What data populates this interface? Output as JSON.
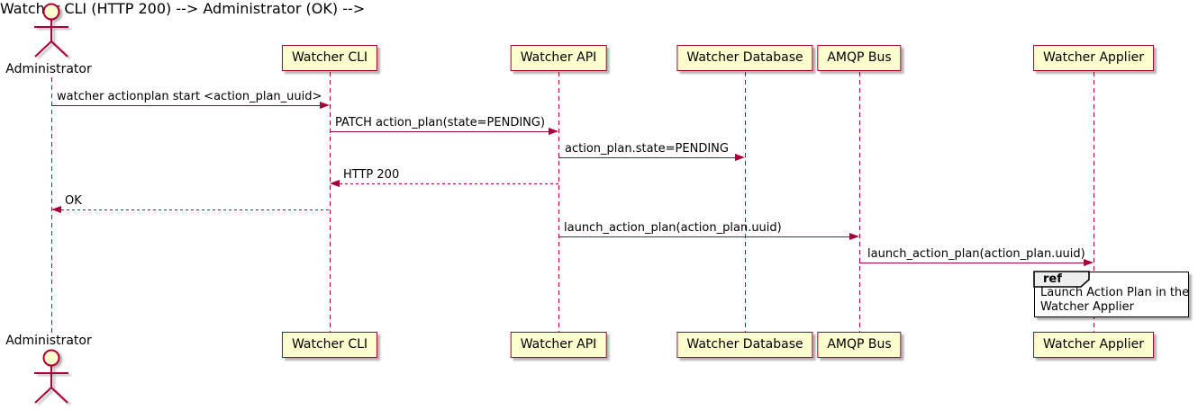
{
  "diagram_type": "uml-sequence",
  "colors": {
    "background": "#FFFFFF",
    "participant_fill": "#FEFECE",
    "border_and_arrows": "#A80036",
    "ref_header_fill": "#EEEEEE",
    "ref_border": "#000000",
    "text": "#000000"
  },
  "actor": {
    "label": "Administrator"
  },
  "participants": [
    {
      "label": "Watcher CLI"
    },
    {
      "label": "Watcher API"
    },
    {
      "label": "Watcher Database"
    },
    {
      "label": "AMQP Bus"
    },
    {
      "label": "Watcher Applier"
    }
  ],
  "messages": [
    {
      "from": "Administrator",
      "to": "Watcher CLI",
      "label": "watcher actionplan start <action_plan_uuid>",
      "line": "solid"
    },
    {
      "from": "Watcher CLI",
      "to": "Watcher API",
      "label": "PATCH action_plan(state=PENDING)",
      "line": "solid"
    },
    {
      "from": "Watcher API",
      "to": "Watcher Database",
      "label": "action_plan.state=PENDING",
      "line": "solid"
    },
    {
      "from": "Watcher API",
      "to": "Watcher CLI",
      "label": "HTTP 200",
      "line": "dashed"
    },
    {
      "from": "Watcher CLI",
      "to": "Administrator",
      "label": "OK",
      "line": "dashed"
    },
    {
      "from": "Watcher API",
      "to": "AMQP Bus",
      "label": "launch_action_plan(action_plan.uuid)",
      "line": "solid"
    },
    {
      "from": "AMQP Bus",
      "to": "Watcher Applier",
      "label": "launch_action_plan(action_plan.uuid)",
      "line": "solid"
    }
  ],
  "ref_fragment": {
    "keyword": "ref",
    "lines": [
      "Launch Action Plan in the",
      "Watcher Applier"
    ]
  }
}
